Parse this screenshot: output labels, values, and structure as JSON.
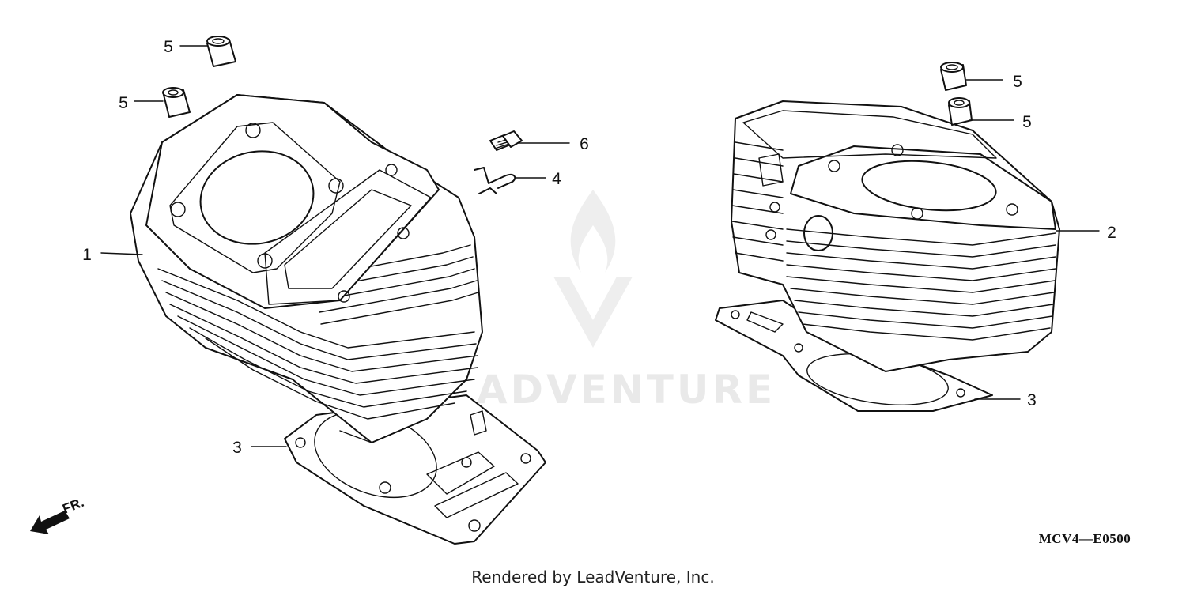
{
  "callouts": {
    "c1": "1",
    "c2": "2",
    "c3_left": "3",
    "c3_right": "3",
    "c4": "4",
    "c5_a": "5",
    "c5_b": "5",
    "c5_c": "5",
    "c5_d": "5",
    "c6": "6"
  },
  "direction_label": "FR.",
  "diagram_code": "MCV4—E0500",
  "credit": "Rendered by LeadVenture, Inc.",
  "watermark": "ADVENTURE"
}
